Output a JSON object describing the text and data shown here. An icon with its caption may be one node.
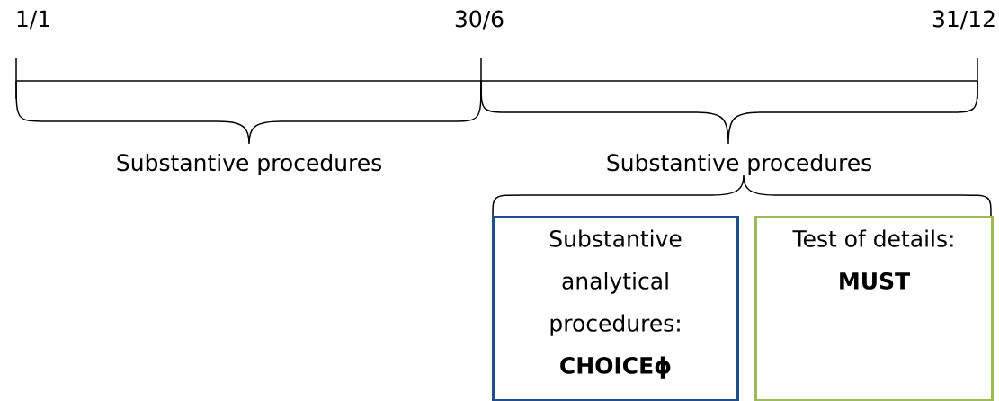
{
  "diagram": {
    "nodes": [
      {
        "text": [
          "Substantive analytical procedures:",
          "CHOICEϕ"
        ]
      },
      {
        "text": [
          "Test of details:",
          "MUST"
        ]
      }
    ],
    "labels": [
      "1/1",
      "30/6",
      "31/12",
      "Substantive procedures",
      "Substantive procedures"
    ]
  }
}
